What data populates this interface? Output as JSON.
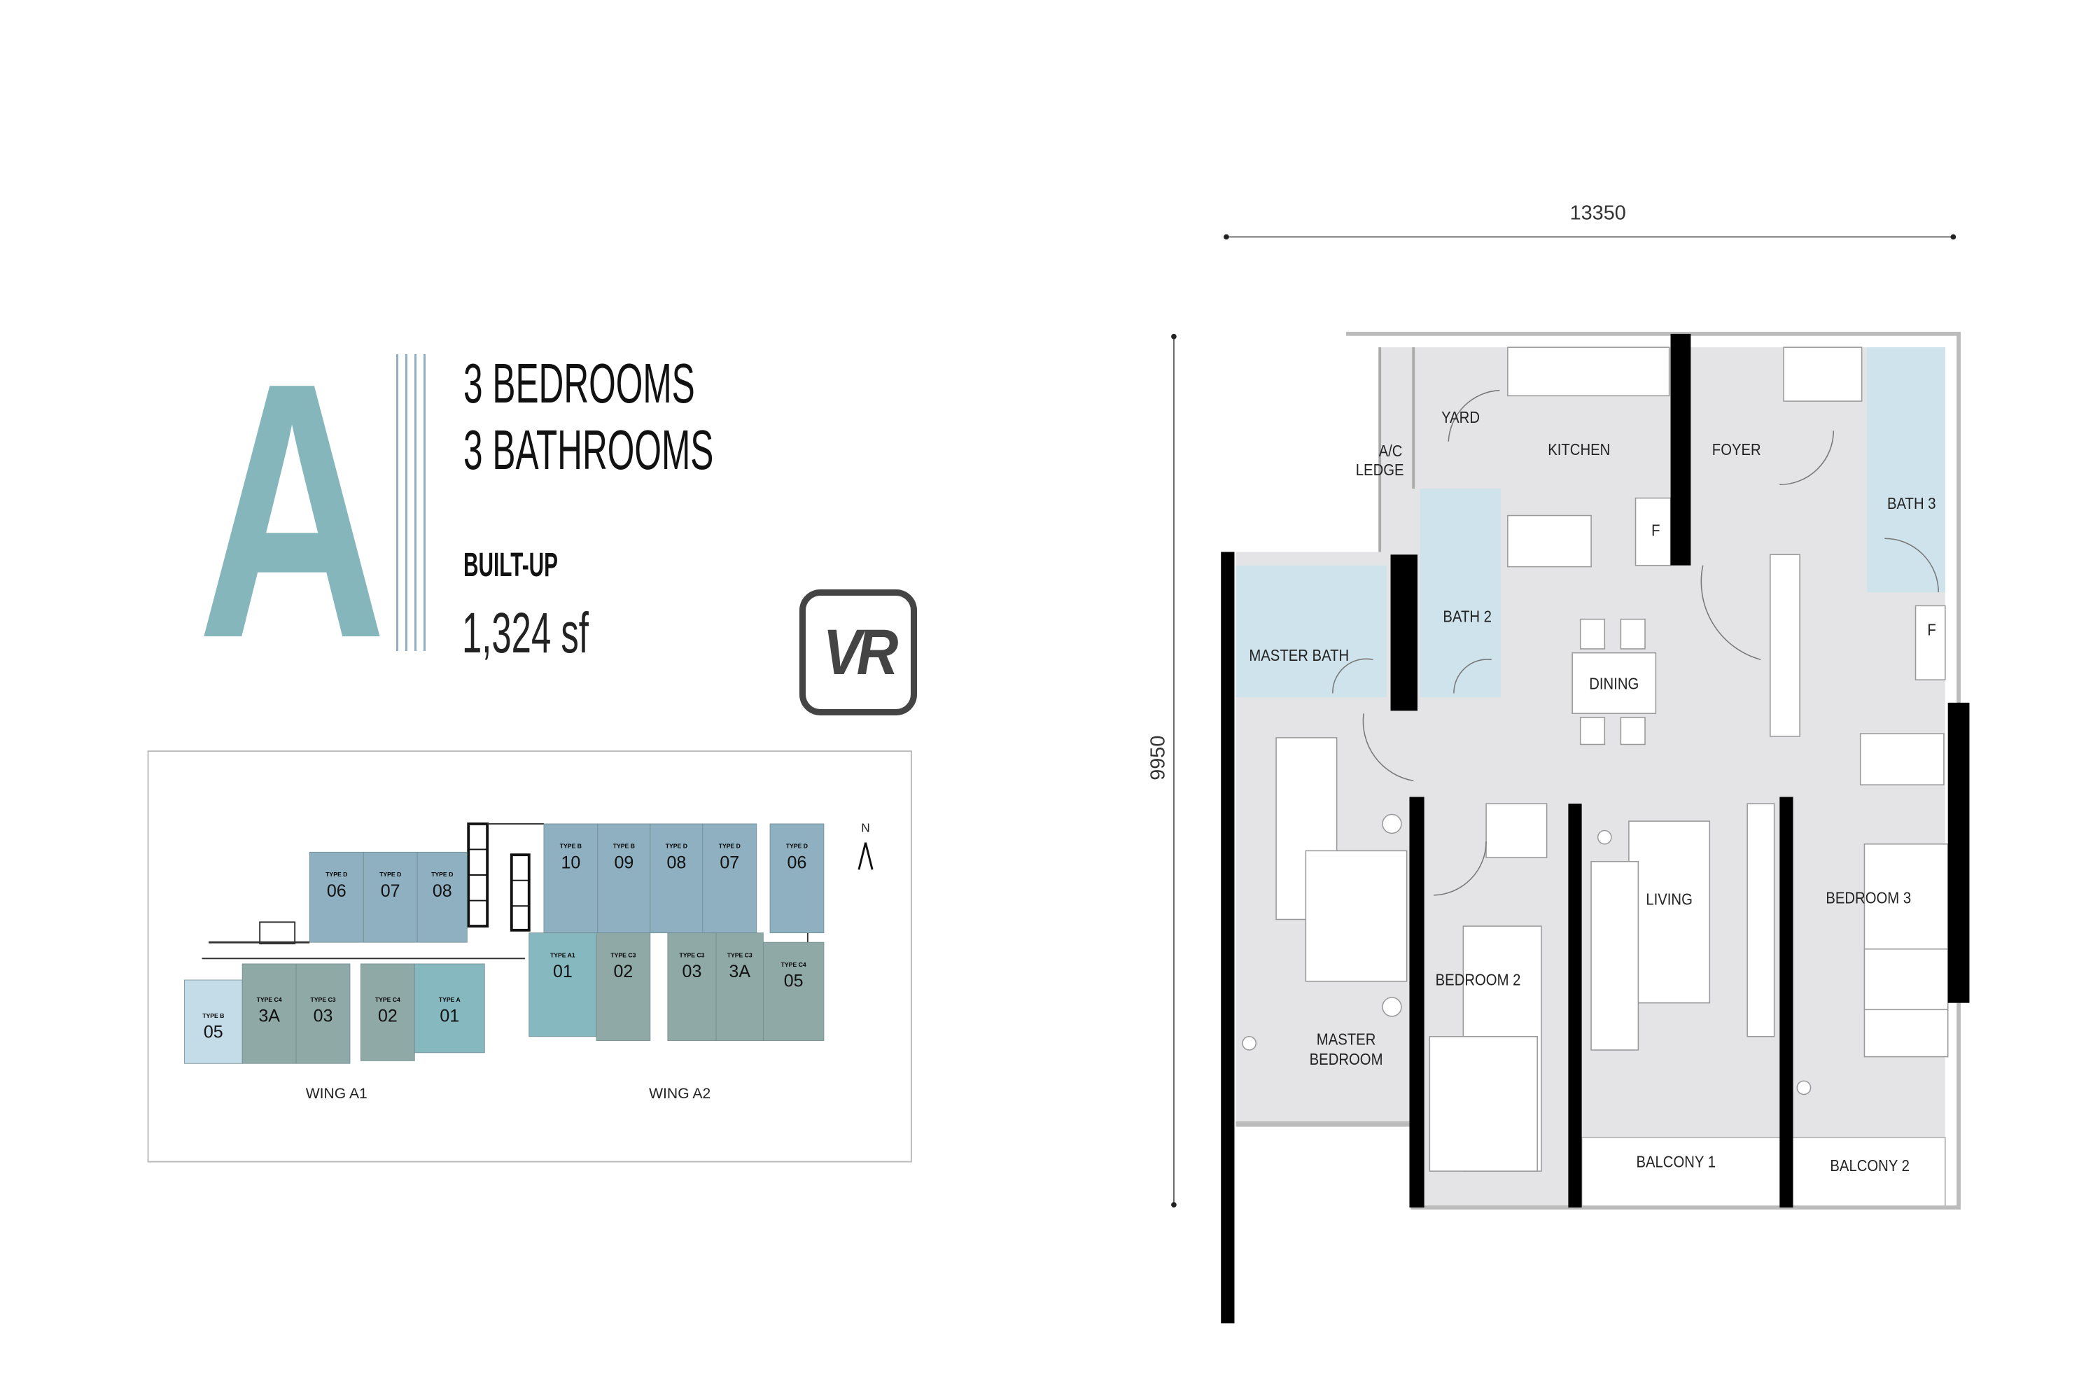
{
  "unit": {
    "letter": "A",
    "bedrooms": "3 BEDROOMS",
    "bathrooms": "3 BATHROOMS",
    "built_up_label": "BUILT-UP",
    "area": "1,324 sf",
    "vr_label": "VR"
  },
  "colors": {
    "accent": "#85b6bc",
    "type_b_light": "#c4dbe8",
    "type_d": "#8fb0c0",
    "type_c": "#8fa9a6",
    "type_a": "#86b8c0",
    "bath": "#cfe3ec",
    "floor": "#e4e4e6"
  },
  "key_plan": {
    "north": "N",
    "wings": [
      "WING A1",
      "WING A2"
    ],
    "units": [
      {
        "type": "TYPE D",
        "no": "06"
      },
      {
        "type": "TYPE D",
        "no": "07"
      },
      {
        "type": "TYPE D",
        "no": "08"
      },
      {
        "type": "TYPE B",
        "no": "05"
      },
      {
        "type": "TYPE C4",
        "no": "3A"
      },
      {
        "type": "TYPE C3",
        "no": "03"
      },
      {
        "type": "TYPE C4",
        "no": "02"
      },
      {
        "type": "TYPE A",
        "no": "01"
      },
      {
        "type": "TYPE B",
        "no": "10"
      },
      {
        "type": "TYPE B",
        "no": "09"
      },
      {
        "type": "TYPE D",
        "no": "08"
      },
      {
        "type": "TYPE D",
        "no": "07"
      },
      {
        "type": "TYPE D",
        "no": "06"
      },
      {
        "type": "TYPE A1",
        "no": "01"
      },
      {
        "type": "TYPE C3",
        "no": "02"
      },
      {
        "type": "TYPE C3",
        "no": "03"
      },
      {
        "type": "TYPE C3",
        "no": "3A"
      },
      {
        "type": "TYPE C4",
        "no": "05"
      }
    ]
  },
  "floor_plan": {
    "width_dim": "13350",
    "depth_dim": "9950",
    "rooms": [
      "YARD",
      "KITCHEN",
      "FOYER",
      "A/C",
      "LEDGE",
      "BATH 3",
      "BATH 2",
      "MASTER BATH",
      "DINING",
      "F",
      "F",
      "LIVING",
      "BEDROOM 3",
      "BEDROOM 2",
      "MASTER",
      "BEDROOM",
      "BALCONY  1",
      "BALCONY 2"
    ]
  }
}
